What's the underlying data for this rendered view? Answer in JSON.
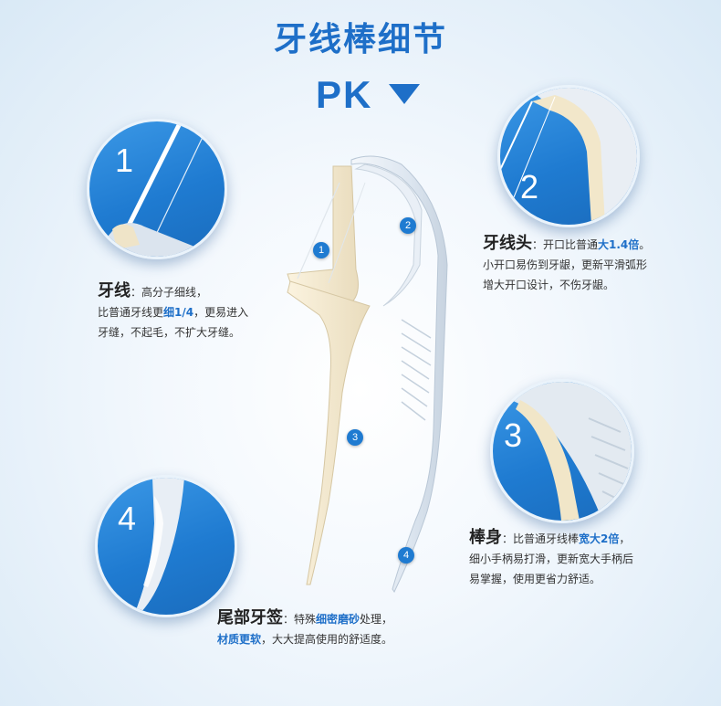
{
  "title": "牙线棒细节",
  "pk_label": "PK",
  "circles": [
    {
      "num": "1"
    },
    {
      "num": "2"
    },
    {
      "num": "3"
    },
    {
      "num": "4"
    }
  ],
  "badges": [
    "1",
    "2",
    "3",
    "4"
  ],
  "floss": {
    "head": "牙线",
    "desc1": "：高分子细线，",
    "line2_pre": "比普通牙线更",
    "line2_hl": "细1/4",
    "line2_post": "，更易进入",
    "line3": "牙缝，不起毛，不扩大牙缝。"
  },
  "head_section": {
    "head": "牙线头",
    "desc1_pre": "：开口比普通",
    "desc1_hl": "大1.4倍",
    "desc1_post": "。",
    "line2": "小开口易伤到牙龈，更新平滑弧形",
    "line3": "增大开口设计，不伤牙龈。"
  },
  "body_section": {
    "head": "棒身",
    "desc1_pre": "：比普通牙线棒",
    "desc1_hl": "宽大2倍",
    "desc1_post": "，",
    "line2": "细小手柄易打滑，更新宽大手柄后",
    "line3": "易掌握，使用更省力舒适。"
  },
  "tail_section": {
    "head": "尾部牙签",
    "desc1_pre": "：特殊",
    "desc1_hl": "细密磨砂",
    "desc1_post": "处理，",
    "line2_hl": "材质更软",
    "line2_post": "，大大提高使用的舒适度。"
  }
}
